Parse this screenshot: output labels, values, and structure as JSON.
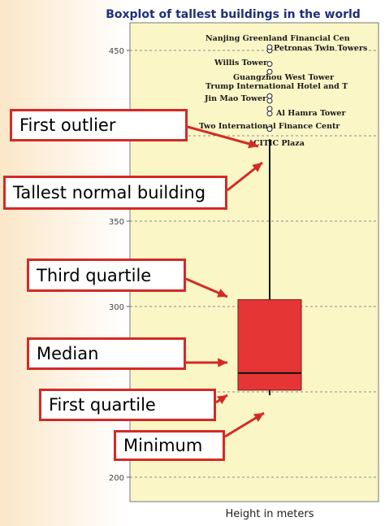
{
  "colors": {
    "page_gradient_left": "#fbe7c8",
    "page_background": "#ffffff",
    "plot_background": "#fbf6c6",
    "box_fill": "#e53535",
    "box_stroke": "#7a1a1a",
    "median_line": "#111111",
    "grid": "#8c8c8c",
    "title": "#1f2f7a",
    "callout_border": "#d42a26",
    "arrow": "#d42a26"
  },
  "callouts": {
    "first_outlier": "First outlier",
    "tallest_normal": "Tallest normal building",
    "third_quartile": "Third quartile",
    "median": "Median",
    "first_quartile": "First quartile",
    "minimum": "Minimum"
  },
  "chart_data": {
    "type": "box",
    "title": "Boxplot of tallest buildings in the world",
    "xlabel": "Height in meters",
    "ylabel": "",
    "ylim": [
      190,
      460
    ],
    "yticks": [
      200,
      250,
      300,
      350,
      400,
      450
    ],
    "ytick_labels": [
      "200",
      "",
      "300",
      "350",
      "",
      "450"
    ],
    "grid": true,
    "box": {
      "minimum": 248,
      "first_quartile": 251,
      "median": 261,
      "third_quartile": 304,
      "whisker_high": 398
    },
    "outliers": [
      {
        "name": "Nanjing Greenland Financial Cen",
        "height": 450
      },
      {
        "name": "Petronas Twin Towers",
        "height": 451.9
      },
      {
        "name": "Willis Tower",
        "height": 442.1
      },
      {
        "name": "Guangzhou West Tower",
        "height": 437.5
      },
      {
        "name": "Trump International Hotel and T",
        "height": 423.2
      },
      {
        "name": "Jin Mao Tower",
        "height": 420.5
      },
      {
        "name": "Al Hamra Tower",
        "height": 413
      },
      {
        "name": "Two International Finance Centr",
        "height": 415.8
      },
      {
        "name": "CITIC Plaza",
        "height": 404
      }
    ]
  }
}
